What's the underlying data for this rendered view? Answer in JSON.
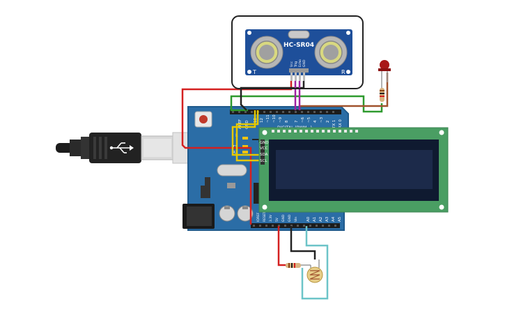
{
  "sensor": {
    "model": "HC-SR04",
    "pins": [
      "Vcc",
      "Trig",
      "Echo",
      "GND"
    ],
    "left_mark": "T",
    "right_mark": "R"
  },
  "arduino": {
    "top_labels": [
      "AREF",
      "GND",
      "13",
      "12",
      "~11",
      "~10",
      "~9",
      "8",
      "7",
      "~6",
      "~5",
      "4",
      "~3",
      "2",
      "TX 1",
      "RX 0"
    ],
    "digital_label": "DIGITAL (PWM~)",
    "side_labels": [
      "TX",
      "RX",
      "L"
    ],
    "power_labels": [
      "IOREF",
      "RESET",
      "3.3V",
      "5V",
      "GND",
      "GND",
      "Vin"
    ],
    "analog_labels": [
      "A0",
      "A1",
      "A2",
      "A3",
      "A4",
      "A5"
    ]
  },
  "lcd": {
    "pins": [
      "GND",
      "VCC",
      "SDA",
      "SCL"
    ]
  },
  "colors": {
    "board": "#2b6da6",
    "board_dark": "#1f5a8c",
    "sensor": "#1e4f9a",
    "lcd_pcb": "#4a9e63",
    "lcd_screen": "#1c2a4a",
    "wire_red": "#d42020",
    "wire_green": "#2e9a2e",
    "wire_purple": "#a020a0",
    "wire_yellow": "#e6c800",
    "wire_black": "#222222",
    "wire_cyan": "#6cc4c8",
    "wire_brown": "#a0522d",
    "led": "#a81818"
  },
  "icons": [
    "usb-cable-icon",
    "led-icon",
    "resistor-icon",
    "photoresistor-icon"
  ]
}
